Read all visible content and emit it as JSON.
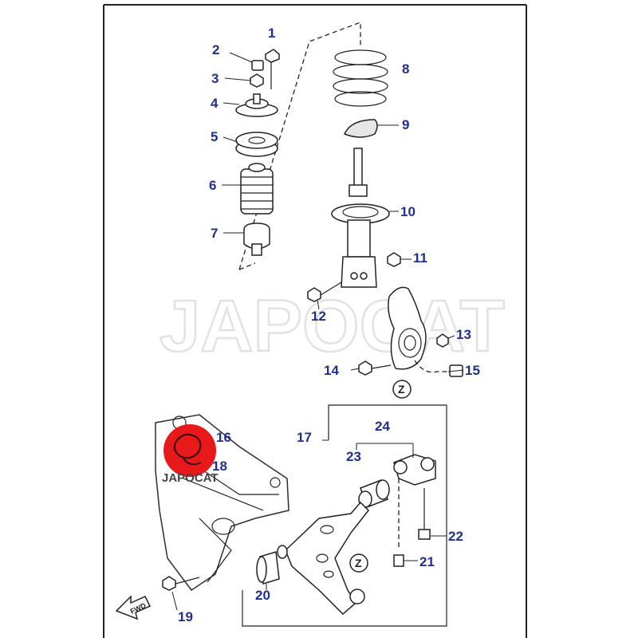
{
  "callouts": [
    "1",
    "2",
    "3",
    "4",
    "5",
    "6",
    "7",
    "8",
    "9",
    "10",
    "11",
    "12",
    "13",
    "14",
    "15",
    "16",
    "17",
    "18",
    "19",
    "20",
    "21",
    "22",
    "23",
    "24"
  ],
  "markers": {
    "z_top": "Z",
    "z_bottom": "Z",
    "fwd": "FWD"
  },
  "logo": {
    "text": "JAPOCAT"
  },
  "watermark": {
    "text": "JAPOCAT"
  },
  "colors": {
    "callout": "#1f2f8f",
    "logo_red": "#e8191a",
    "line": "#222222"
  }
}
